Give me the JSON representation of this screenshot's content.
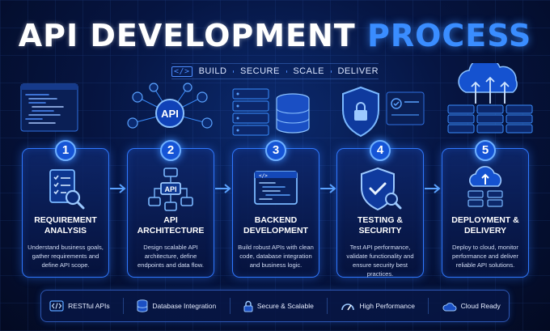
{
  "title": {
    "part1": "API DEVELOPMENT",
    "part2": "PROCESS"
  },
  "tagline": [
    "BUILD",
    "SECURE",
    "SCALE",
    "DELIVER"
  ],
  "illustration_labels": {
    "api_hub": "API"
  },
  "steps": [
    {
      "number": "1",
      "title": "REQUIREMENT\nANALYSIS",
      "description": "Understand business goals, gather requirements and define API scope.",
      "icon": "document-search-icon"
    },
    {
      "number": "2",
      "title": "API\nARCHITECTURE",
      "description": "Design scalable API architecture, define endpoints and data flow.",
      "icon": "architecture-icon"
    },
    {
      "number": "3",
      "title": "BACKEND\nDEVELOPMENT",
      "description": "Build robust APIs with clean code, database integration and business logic.",
      "icon": "code-window-icon"
    },
    {
      "number": "4",
      "title": "TESTING &\nSECURITY",
      "description": "Test API performance, validate functionality and ensure security best practices.",
      "icon": "shield-check-icon"
    },
    {
      "number": "5",
      "title": "DEPLOYMENT &\nDELIVERY",
      "description": "Deploy to cloud, monitor performance and deliver reliable API solutions.",
      "icon": "cloud-server-icon"
    }
  ],
  "architecture_label": "API",
  "features": [
    {
      "label": "RESTful APIs",
      "icon": "code-icon"
    },
    {
      "label": "Database Integration",
      "icon": "database-icon"
    },
    {
      "label": "Secure & Scalable",
      "icon": "lock-icon"
    },
    {
      "label": "High Performance",
      "icon": "gauge-icon"
    },
    {
      "label": "Cloud Ready",
      "icon": "cloud-icon"
    }
  ],
  "colors": {
    "accent": "#3a8dff",
    "card_border": "#2f78ff",
    "background": "#061542"
  }
}
